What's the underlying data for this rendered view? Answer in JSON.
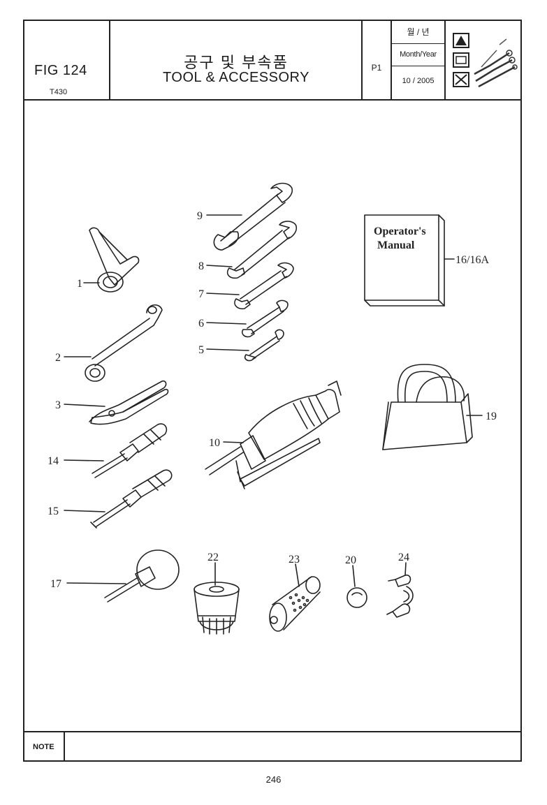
{
  "header": {
    "fig_label": "FIG 124",
    "model": "T430",
    "title_korean": "공구 및 부속품",
    "title_english": "TOOL & ACCESSORY",
    "page_code": "P1",
    "month_year_korean": "월 / 년",
    "month_year_label": "Month/Year",
    "month_year_value": "10 / 2005"
  },
  "manual_cover": {
    "line1": "Operator's",
    "line2": "Manual"
  },
  "callouts": {
    "c1": "1",
    "c2": "2",
    "c3": "3",
    "c5": "5",
    "c6": "6",
    "c7": "7",
    "c8": "8",
    "c9": "9",
    "c10": "10",
    "c14": "14",
    "c15": "15",
    "c16": "16/16A",
    "c17": "17",
    "c19": "19",
    "c20": "20",
    "c22": "22",
    "c23": "23",
    "c24": "24"
  },
  "note": {
    "label": "NOTE",
    "text": ""
  },
  "page_number": "246",
  "colors": {
    "line": "#222222",
    "paper": "#ffffff"
  }
}
